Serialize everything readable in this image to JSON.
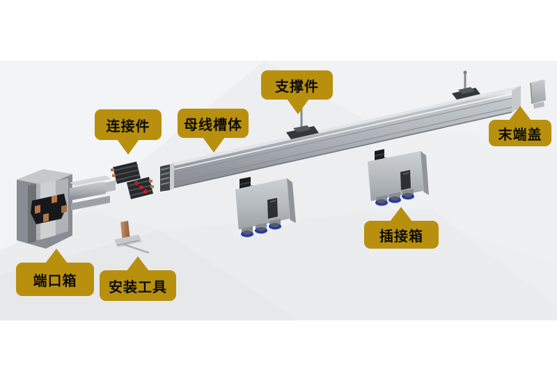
{
  "scene": {
    "description": "busbar-trunking-system-components-diagram",
    "colors": {
      "gold": "#B8900D",
      "backdrop": "#edeef0",
      "label-text": "#0c0c0c",
      "aluminum": "#a9aeb3",
      "copper": "#b5764a",
      "gland-blue": "#2737b0"
    }
  },
  "labels": [
    {
      "id": "connector",
      "text": "连接件"
    },
    {
      "id": "busbar-body",
      "text": "母线槽体"
    },
    {
      "id": "support",
      "text": "支撑件"
    },
    {
      "id": "end-cap",
      "text": "末端盖"
    },
    {
      "id": "port-box",
      "text": "端口箱"
    },
    {
      "id": "install-tool",
      "text": "安装工具"
    },
    {
      "id": "plug-in-box",
      "text": "插接箱"
    }
  ],
  "components": [
    {
      "name": "port-box"
    },
    {
      "name": "connectors"
    },
    {
      "name": "install-tool"
    },
    {
      "name": "busbar-duct"
    },
    {
      "name": "support-bracket-1"
    },
    {
      "name": "support-bracket-2"
    },
    {
      "name": "plug-in-box-1"
    },
    {
      "name": "plug-in-box-2"
    },
    {
      "name": "end-cap"
    }
  ]
}
